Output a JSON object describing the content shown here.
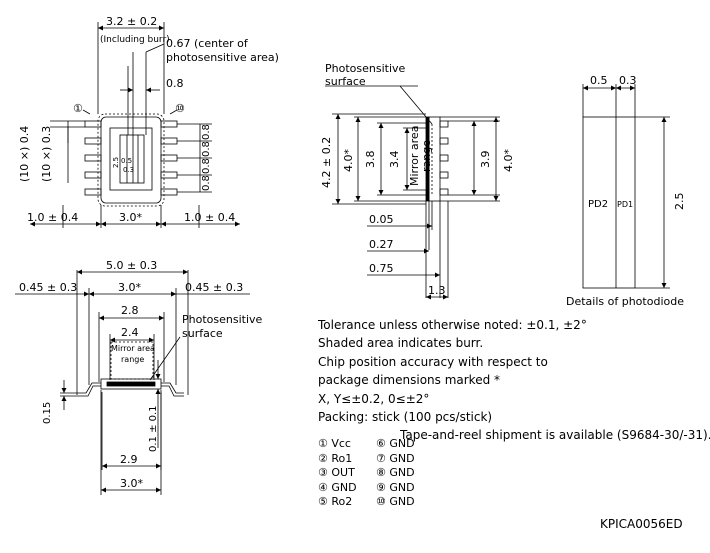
{
  "top_view": {
    "width_dim": "3.2 ± 0.2",
    "burr_note": "(Including burr)",
    "center_note_1": "0.67 (center of",
    "center_note_2": "photosensitive area)",
    "dim_0_8": "0.8",
    "pin1_marker": "①",
    "pin10_marker": "⑩",
    "left_dim_outer": "(10 ×) 0.4",
    "left_dim_inner": "(10 ×) 0.3",
    "right_dims": [
      "0.8",
      "0.8",
      "0.8",
      "0.8"
    ],
    "inner_2_5": "2.5",
    "inner_0_5": "0.5",
    "inner_0_3": "0.3",
    "bottom_left": "1.0 ± 0.4",
    "bottom_mid": "3.0*",
    "bottom_right": "1.0 ± 0.4"
  },
  "side_view_bottom": {
    "overall": "5.0 ± 0.3",
    "left": "0.45 ± 0.3",
    "mid": "3.0*",
    "right": "0.45 ± 0.3",
    "dim_2_8": "2.8",
    "dim_2_4": "2.4",
    "mirror_1": "Mirror area",
    "mirror_2": "range",
    "photo_1": "Photosensitive",
    "photo_2": "surface",
    "dim_0_15": "0.15",
    "dim_0_1": "0.1 ± 0.1",
    "dim_2_9": "2.9",
    "dim_3_0": "3.0*"
  },
  "side_view_right": {
    "photo_1": "Photosensitive",
    "photo_2": "surface",
    "dim_4_2": "4.2 ± 0.2",
    "dim_4_0": "4.0*",
    "dim_3_8": "3.8",
    "dim_3_4": "3.4",
    "mirror_1": "Mirror area",
    "mirror_2": "range",
    "dim_3_9": "3.9",
    "dim_4_0_right": "4.0*",
    "dim_0_05": "0.05",
    "dim_0_27": "0.27",
    "dim_0_75": "0.75",
    "dim_1_3": "1.3"
  },
  "photodiode": {
    "dim_0_5": "0.5",
    "dim_0_3": "0.3",
    "pd2": "PD2",
    "pd1": "PD1",
    "dim_2_5": "2.5",
    "caption": "Details of photodiode"
  },
  "notes": [
    "Tolerance unless otherwise noted: ±0.1, ±2°",
    "Shaded area indicates burr.",
    "Chip position accuracy with respect to",
    "package dimensions marked *",
    "X, Y≤±0.2, 0≤±2°",
    "Packing: stick (100 pcs/stick)",
    "Tape-and-reel shipment is available (S9684-30/-31)."
  ],
  "pins": [
    [
      "① Vcc",
      "⑥ GND"
    ],
    [
      "② Ro1",
      "⑦ GND"
    ],
    [
      "③ OUT",
      "⑧ GND"
    ],
    [
      "④ GND",
      "⑨ GND"
    ],
    [
      "⑤ Ro2",
      "⑩ GND"
    ]
  ],
  "doc_id": "KPICA0056ED"
}
